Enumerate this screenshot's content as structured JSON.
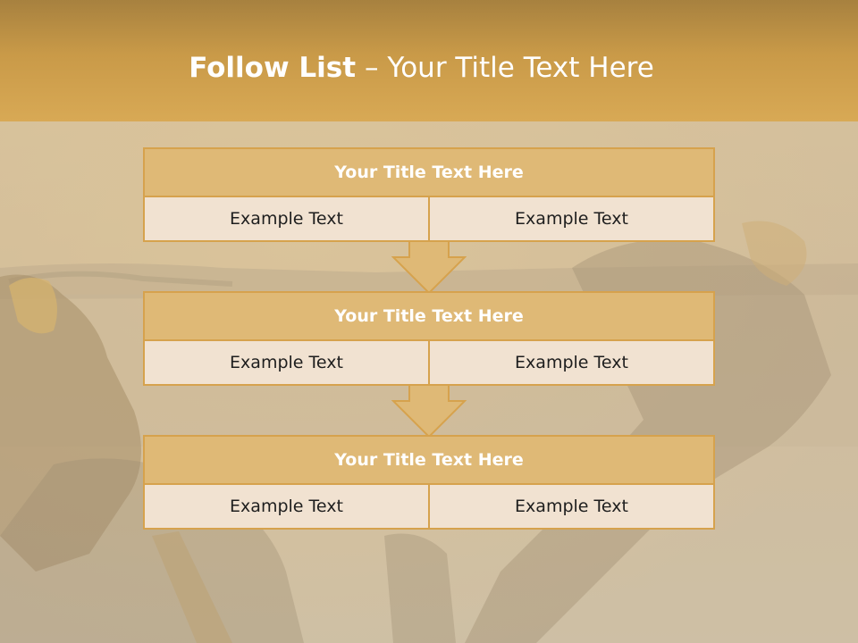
{
  "title": {
    "bold": "Follow List",
    "rest": "– Your Title Text Here"
  },
  "steps": [
    {
      "heading": "Your Title Text Here",
      "cells": [
        "Example Text",
        "Example Text"
      ]
    },
    {
      "heading": "Your Title Text Here",
      "cells": [
        "Example Text",
        "Example Text"
      ]
    },
    {
      "heading": "Your Title Text Here",
      "cells": [
        "Example Text",
        "Example Text"
      ]
    }
  ],
  "colors": {
    "header": "#c99a48",
    "block_head": "#dfb976",
    "cell": "#f1e2d1",
    "border": "#d6a24d",
    "arrow": "#dfb976"
  }
}
